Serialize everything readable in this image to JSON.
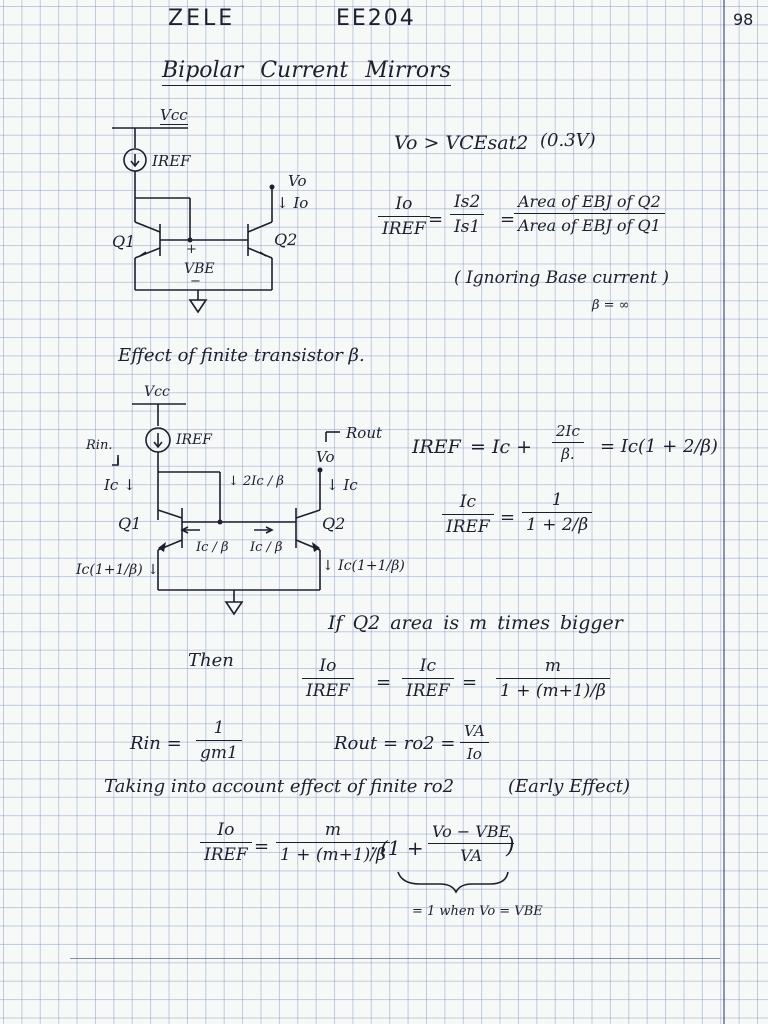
{
  "header": {
    "left": "ZELE",
    "course": "EE204",
    "page_number": "98"
  },
  "title": "Bipolar Current Mirrors",
  "circuit1": {
    "vcc": "Vcc",
    "iref": "IREF",
    "vo": "Vo",
    "io": "↓ Io",
    "q1": "Q1",
    "q2": "Q2",
    "plus": "+",
    "vbe": "VBE",
    "minus": "−"
  },
  "condition": {
    "lhs": "Vo > VCEsat2",
    "rhs": "(0.3V)"
  },
  "ratio_eq": {
    "f1_num": "Io",
    "f1_den": "IREF",
    "f2_num": "Is2",
    "f2_den": "Is1",
    "f3_num": "Area of EBJ of Q2",
    "f3_den": "Area of EBJ of Q1",
    "eq": "="
  },
  "ignoring_note": "( Ignoring Base current )",
  "beta_inf": "β = ∞",
  "section2_heading": "Effect of finite transistor β.",
  "circuit2": {
    "vcc": "Vcc",
    "rin": "Rin.",
    "iref": "IREF",
    "rout": "Rout",
    "vo": "Vo",
    "ic_left": "Ic ↓",
    "ic_right": "↓ Ic",
    "two_ic": "↓ 2Ic / β",
    "q1": "Q1",
    "q2": "Q2",
    "ic_beta_l": "Ic / β",
    "ic_beta_r": "Ic / β",
    "ic_emit_l": "Ic(1+1/β) ↓",
    "ic_emit_r": "↓ Ic(1+1/β)"
  },
  "iref_eq": {
    "lhs": "IREF",
    "mid": "= Ic +",
    "frac_num": "2Ic",
    "frac_den": "β.",
    "rhs": "= Ic(1 + 2/β)"
  },
  "ic_iref_eq": {
    "num": "Ic",
    "den": "IREF",
    "eq": "=",
    "rnum": "1",
    "rden": "1 + 2/β"
  },
  "area_note": "If Q2 area is m times bigger",
  "then": "Then",
  "m_eq": {
    "f1_num": "Io",
    "f1_den": "IREF",
    "f2_num": "Ic",
    "f2_den": "IREF",
    "f3_num": "m",
    "f3_den": "1 + (m+1)/β",
    "eq": "="
  },
  "rin_eq": {
    "lhs": "Rin =",
    "num": "1",
    "den": "gm1"
  },
  "rout_eq": {
    "lhs": "Rout = ro2 =",
    "num": "VA",
    "den": "Io"
  },
  "early_heading": "Taking into account effect of finite ro2",
  "early_paren": "(Early Effect)",
  "final_eq": {
    "f1_num": "Io",
    "f1_den": "IREF",
    "eq": "=",
    "f2_num": "m",
    "f2_den": "1 + (m+1)/β",
    "dot": "·",
    "paren_l": "(1 +",
    "f3_num": "Vo − VBE",
    "f3_den": "VA",
    "paren_r": ")"
  },
  "when_note": "= 1 when Vo = VBE"
}
